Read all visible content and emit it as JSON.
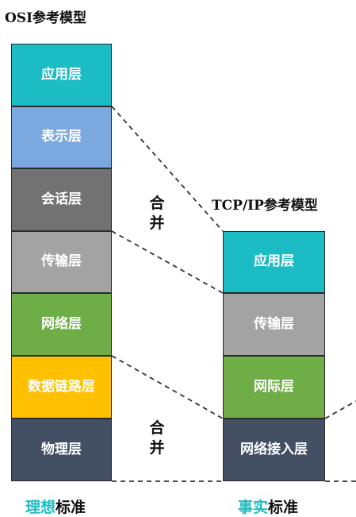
{
  "osi": {
    "title": "OSI参考模型",
    "layers": [
      {
        "label": "应用层",
        "color": "#1cbcc4"
      },
      {
        "label": "表示层",
        "color": "#7ba9df"
      },
      {
        "label": "会话层",
        "color": "#727272"
      },
      {
        "label": "传输层",
        "color": "#a3a3a3"
      },
      {
        "label": "网络层",
        "color": "#6fae46"
      },
      {
        "label": "数据链路层",
        "color": "#fec000"
      },
      {
        "label": "物理层",
        "color": "#434f63"
      }
    ],
    "footer": {
      "highlight": "理想",
      "rest": "标准",
      "highlight_color": "#1cbcc4"
    }
  },
  "tcpip": {
    "title": "TCP/IP参考模型",
    "layers": [
      {
        "label": "应用层",
        "color": "#1cbcc4"
      },
      {
        "label": "传输层",
        "color": "#a3a3a3"
      },
      {
        "label": "网际层",
        "color": "#6fae46"
      },
      {
        "label": "网络接入层",
        "color": "#434f63"
      }
    ],
    "footer": {
      "highlight": "事实",
      "rest": "标准",
      "highlight_color": "#1cbcc4"
    }
  },
  "merge_labels": [
    {
      "line1": "合",
      "line2": "并"
    },
    {
      "line1": "合",
      "line2": "并"
    }
  ]
}
